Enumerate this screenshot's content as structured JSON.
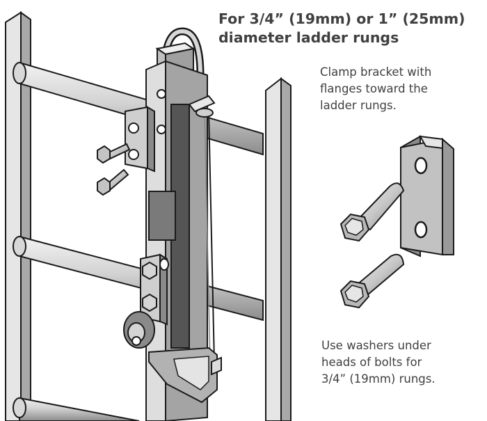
{
  "heading": {
    "line1": "For 3/4” (19mm) or 1” (25mm)",
    "line2": "diameter ladder rungs"
  },
  "callouts": {
    "clamp_bracket": {
      "line1": "Clamp bracket with",
      "line2": "flanges toward the",
      "line3": "ladder rungs."
    },
    "washers": {
      "line1": "Use washers under",
      "line2": "heads of bolts for",
      "line3": "3/4” (19mm) rungs."
    }
  },
  "colors": {
    "metal_light": "#e0e0e0",
    "metal_mid": "#b8b8b8",
    "metal_dark": "#7a7a7a",
    "outline": "#1a1a1a",
    "text": "#404040"
  },
  "illustrations": [
    "ladder-with-rail-assembly",
    "clamp-bracket-detail",
    "bolt-detail"
  ]
}
